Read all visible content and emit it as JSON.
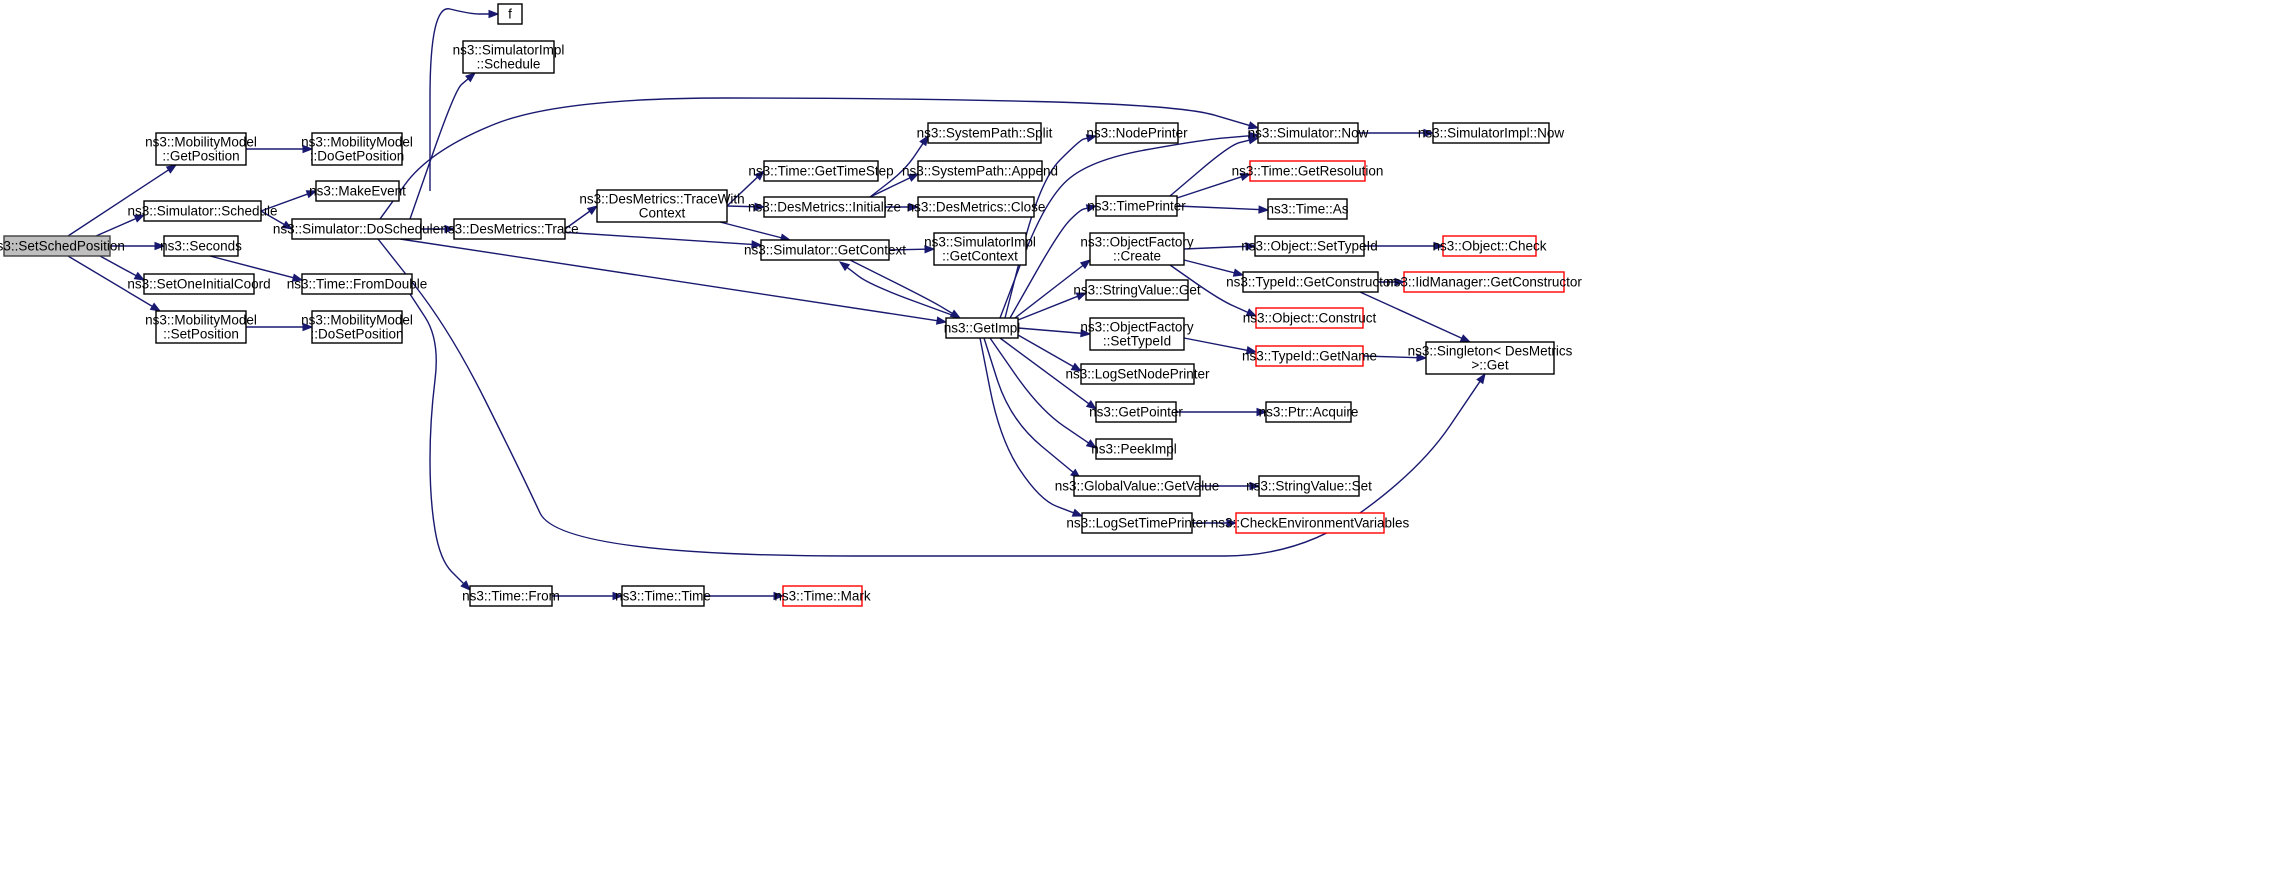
{
  "graph": {
    "root": "n_root",
    "colors": {
      "edge": "#191970",
      "root_fill": "#bfbfbf",
      "node_border": "#000000",
      "truncated_border": "#ff0000"
    },
    "nodes": [
      {
        "id": "n_root",
        "lines": [
          "ns3::SetSchedPosition"
        ],
        "kind": "root"
      },
      {
        "id": "n_mm_getpos",
        "lines": [
          "ns3::MobilityModel",
          "::GetPosition"
        ]
      },
      {
        "id": "n_sim_schedule",
        "lines": [
          "ns3::Simulator::Schedule"
        ]
      },
      {
        "id": "n_seconds",
        "lines": [
          "ns3::Seconds"
        ]
      },
      {
        "id": "n_setone",
        "lines": [
          "ns3::SetOneInitialCoord"
        ]
      },
      {
        "id": "n_mm_setpos",
        "lines": [
          "ns3::MobilityModel",
          "::SetPosition"
        ]
      },
      {
        "id": "n_mm_dogetpos",
        "lines": [
          "ns3::MobilityModel",
          "::DoGetPosition"
        ]
      },
      {
        "id": "n_makeevent",
        "lines": [
          "ns3::MakeEvent"
        ]
      },
      {
        "id": "n_doschedule",
        "lines": [
          "ns3::Simulator::DoSchedule"
        ]
      },
      {
        "id": "n_fromdouble",
        "lines": [
          "ns3::Time::FromDouble"
        ]
      },
      {
        "id": "n_mm_dosetpos",
        "lines": [
          "ns3::MobilityModel",
          "::DoSetPosition"
        ]
      },
      {
        "id": "n_f",
        "lines": [
          "f"
        ]
      },
      {
        "id": "n_simimpl_schedule",
        "lines": [
          "ns3::SimulatorImpl",
          "::Schedule"
        ]
      },
      {
        "id": "n_des_trace",
        "lines": [
          "ns3::DesMetrics::Trace"
        ]
      },
      {
        "id": "n_des_tracewith",
        "lines": [
          "ns3::DesMetrics::TraceWith",
          "Context"
        ]
      },
      {
        "id": "n_time_gettimestep",
        "lines": [
          "ns3::Time::GetTimeStep"
        ]
      },
      {
        "id": "n_des_init",
        "lines": [
          "ns3::DesMetrics::Initialize"
        ]
      },
      {
        "id": "n_sim_getcontext",
        "lines": [
          "ns3::Simulator::GetContext"
        ]
      },
      {
        "id": "n_sp_split",
        "lines": [
          "ns3::SystemPath::Split"
        ]
      },
      {
        "id": "n_sp_append",
        "lines": [
          "ns3::SystemPath::Append"
        ]
      },
      {
        "id": "n_des_close",
        "lines": [
          "ns3::DesMetrics::Close"
        ]
      },
      {
        "id": "n_simimpl_getcontext",
        "lines": [
          "ns3::SimulatorImpl",
          "::GetContext"
        ]
      },
      {
        "id": "n_getimpl",
        "lines": [
          "ns3::GetImpl"
        ]
      },
      {
        "id": "n_nodeprinter",
        "lines": [
          "ns3::NodePrinter"
        ]
      },
      {
        "id": "n_timeprinter",
        "lines": [
          "ns3::TimePrinter"
        ]
      },
      {
        "id": "n_of_create",
        "lines": [
          "ns3::ObjectFactory",
          "::Create"
        ]
      },
      {
        "id": "n_sv_get",
        "lines": [
          "ns3::StringValue::Get"
        ]
      },
      {
        "id": "n_of_settypeid",
        "lines": [
          "ns3::ObjectFactory",
          "::SetTypeId"
        ]
      },
      {
        "id": "n_logsetnodeprinter",
        "lines": [
          "ns3::LogSetNodePrinter"
        ]
      },
      {
        "id": "n_getpointer",
        "lines": [
          "ns3::GetPointer"
        ]
      },
      {
        "id": "n_peekimpl",
        "lines": [
          "ns3::PeekImpl"
        ]
      },
      {
        "id": "n_gv_getvalue",
        "lines": [
          "ns3::GlobalValue::GetValue"
        ]
      },
      {
        "id": "n_logsettimeprinter",
        "lines": [
          "ns3::LogSetTimePrinter"
        ]
      },
      {
        "id": "n_sim_now",
        "lines": [
          "ns3::Simulator::Now"
        ]
      },
      {
        "id": "n_simimpl_now",
        "lines": [
          "ns3::SimulatorImpl::Now"
        ]
      },
      {
        "id": "n_time_getres",
        "lines": [
          "ns3::Time::GetResolution"
        ],
        "kind": "truncated"
      },
      {
        "id": "n_time_as",
        "lines": [
          "ns3::Time::As"
        ]
      },
      {
        "id": "n_obj_settypeid",
        "lines": [
          "ns3::Object::SetTypeId"
        ]
      },
      {
        "id": "n_obj_check",
        "lines": [
          "ns3::Object::Check"
        ],
        "kind": "truncated"
      },
      {
        "id": "n_typeid_getctor",
        "lines": [
          "ns3::TypeId::GetConstructor"
        ]
      },
      {
        "id": "n_iidmgr_getctor",
        "lines": [
          "ns3::IidManager::GetConstructor"
        ],
        "kind": "truncated"
      },
      {
        "id": "n_obj_construct",
        "lines": [
          "ns3::Object::Construct"
        ],
        "kind": "truncated"
      },
      {
        "id": "n_typeid_getname",
        "lines": [
          "ns3::TypeId::GetName"
        ],
        "kind": "truncated"
      },
      {
        "id": "n_singleton_get",
        "lines": [
          "ns3::Singleton< DesMetrics",
          ">::Get"
        ]
      },
      {
        "id": "n_ptr_acquire",
        "lines": [
          "ns3::Ptr::Acquire"
        ]
      },
      {
        "id": "n_sv_set",
        "lines": [
          "ns3::StringValue::Set"
        ]
      },
      {
        "id": "n_checkenv",
        "lines": [
          "ns3::CheckEnvironmentVariables"
        ],
        "kind": "truncated"
      },
      {
        "id": "n_time_from",
        "lines": [
          "ns3::Time::From"
        ]
      },
      {
        "id": "n_time_time",
        "lines": [
          "ns3::Time::Time"
        ]
      },
      {
        "id": "n_time_mark",
        "lines": [
          "ns3::Time::Mark"
        ],
        "kind": "truncated"
      }
    ],
    "edges": [
      [
        "n_root",
        "n_mm_getpos"
      ],
      [
        "n_root",
        "n_sim_schedule"
      ],
      [
        "n_root",
        "n_seconds"
      ],
      [
        "n_root",
        "n_setone"
      ],
      [
        "n_root",
        "n_mm_setpos"
      ],
      [
        "n_mm_getpos",
        "n_mm_dogetpos"
      ],
      [
        "n_sim_schedule",
        "n_makeevent"
      ],
      [
        "n_sim_schedule",
        "n_doschedule"
      ],
      [
        "n_seconds",
        "n_fromdouble"
      ],
      [
        "n_mm_setpos",
        "n_mm_dosetpos"
      ],
      [
        "n_makeevent",
        "n_f"
      ],
      [
        "n_doschedule",
        "n_simimpl_schedule"
      ],
      [
        "n_doschedule",
        "n_sim_now"
      ],
      [
        "n_doschedule",
        "n_des_trace"
      ],
      [
        "n_doschedule",
        "n_getimpl"
      ],
      [
        "n_doschedule",
        "n_singleton_get"
      ],
      [
        "n_fromdouble",
        "n_time_from"
      ],
      [
        "n_des_trace",
        "n_des_tracewith"
      ],
      [
        "n_des_trace",
        "n_sim_getcontext"
      ],
      [
        "n_des_tracewith",
        "n_time_gettimestep"
      ],
      [
        "n_des_tracewith",
        "n_des_init"
      ],
      [
        "n_des_tracewith",
        "n_sim_getcontext"
      ],
      [
        "n_des_init",
        "n_sp_split"
      ],
      [
        "n_des_init",
        "n_sp_append"
      ],
      [
        "n_des_init",
        "n_des_close"
      ],
      [
        "n_sim_getcontext",
        "n_simimpl_getcontext"
      ],
      [
        "n_sim_getcontext",
        "n_getimpl"
      ],
      [
        "n_getimpl",
        "n_sim_getcontext"
      ],
      [
        "n_getimpl",
        "n_nodeprinter"
      ],
      [
        "n_getimpl",
        "n_sim_now"
      ],
      [
        "n_getimpl",
        "n_timeprinter"
      ],
      [
        "n_getimpl",
        "n_of_create"
      ],
      [
        "n_getimpl",
        "n_sv_get"
      ],
      [
        "n_getimpl",
        "n_of_settypeid"
      ],
      [
        "n_getimpl",
        "n_logsetnodeprinter"
      ],
      [
        "n_getimpl",
        "n_getpointer"
      ],
      [
        "n_getimpl",
        "n_peekimpl"
      ],
      [
        "n_getimpl",
        "n_gv_getvalue"
      ],
      [
        "n_getimpl",
        "n_logsettimeprinter"
      ],
      [
        "n_timeprinter",
        "n_sim_now"
      ],
      [
        "n_timeprinter",
        "n_time_getres"
      ],
      [
        "n_timeprinter",
        "n_time_as"
      ],
      [
        "n_sim_now",
        "n_simimpl_now"
      ],
      [
        "n_of_create",
        "n_obj_settypeid"
      ],
      [
        "n_of_create",
        "n_typeid_getctor"
      ],
      [
        "n_of_create",
        "n_obj_construct"
      ],
      [
        "n_obj_settypeid",
        "n_obj_check"
      ],
      [
        "n_typeid_getctor",
        "n_iidmgr_getctor"
      ],
      [
        "n_typeid_getctor",
        "n_singleton_get"
      ],
      [
        "n_of_settypeid",
        "n_typeid_getname"
      ],
      [
        "n_typeid_getname",
        "n_singleton_get"
      ],
      [
        "n_getpointer",
        "n_ptr_acquire"
      ],
      [
        "n_gv_getvalue",
        "n_sv_set"
      ],
      [
        "n_logsettimeprinter",
        "n_checkenv"
      ],
      [
        "n_time_from",
        "n_time_time"
      ],
      [
        "n_time_time",
        "n_time_mark"
      ]
    ]
  }
}
